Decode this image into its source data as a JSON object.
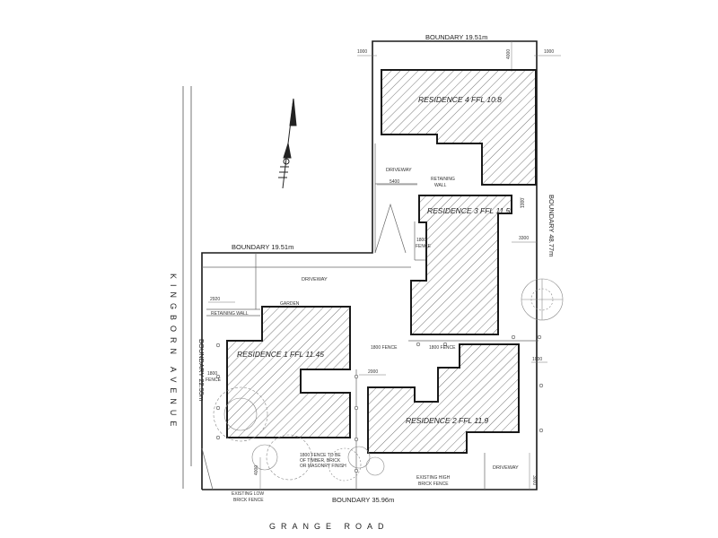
{
  "boundaries": {
    "top": "BOUNDARY 19.51m",
    "mid": "BOUNDARY 19.51m",
    "right": "BOUNDARY 48.77m",
    "left": "BOUNDARY 22.55m",
    "bottom": "BOUNDARY 35.96m"
  },
  "streets": {
    "left": "KINGBORN AVENUE",
    "bottom": "GRANGE ROAD"
  },
  "residences": {
    "r4": "RESIDENCE 4  FFL 10.8",
    "r3": "RESIDENCE 3  FFL 11.5",
    "r1": "RESIDENCE 1  FFL 11.45",
    "r2": "RESIDENCE 2  FFL 11.9"
  },
  "labels": {
    "driveway_top": "DRIVEWAY",
    "retaining_wall_top_1": "RETAINING",
    "retaining_wall_top_2": "WALL",
    "driveway_mid": "DRIVEWAY",
    "garden": "GARDEN",
    "retaining_wall_left": "RETAINING WALL",
    "fence_1800_r3_1": "1800",
    "fence_1800_r3_2": "FENCE",
    "fence_1800_left_1": "1800",
    "fence_1800_left_2": "FENCE",
    "fence_1800_a": "1800 FENCE",
    "fence_1800_b": "1800 FENCE",
    "fence_timber_1": "1800 FENCE TO BE",
    "fence_timber_2": "OF TIMBER, BRICK",
    "fence_timber_3": "OR MASONRY FINISH",
    "existing_high_1": "EXISTING HIGH",
    "existing_high_2": "BRICK FENCE",
    "existing_low_1": "EXISTING LOW",
    "existing_low_2": "BRICK FENCE",
    "driveway_bottom": "DRIVEWAY"
  },
  "dimensions": {
    "d1000_top_left": "1000",
    "d4000_top": "4000",
    "d1000_top_right": "1000",
    "d5400": "5400",
    "d1000_mid": "1000",
    "d3300": "3300",
    "d2920": "2920",
    "d2000": "2000",
    "d1000_r2": "1000",
    "d4000_bottom": "4000",
    "d3000_bottom": "3000"
  },
  "colors": {
    "line": "#1a1a1a",
    "thin": "#555555",
    "hatch": "#555555"
  }
}
